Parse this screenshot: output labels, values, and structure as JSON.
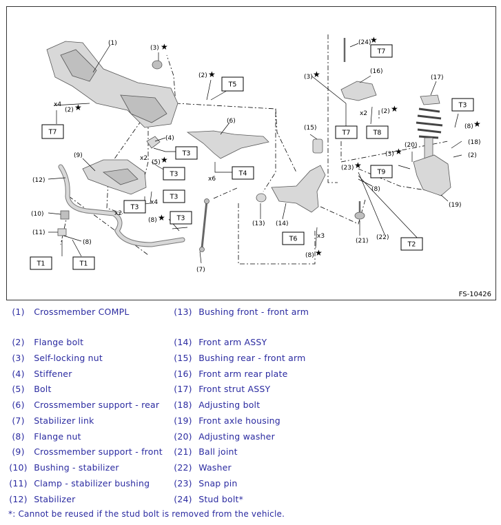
{
  "figure": {
    "code": "FS-10426",
    "star": "★",
    "callouts": {
      "c1": "(1)",
      "c2a": "(2)",
      "c2b": "(2)",
      "c2c": "(2)",
      "c2d": "(2)",
      "c3a": "(3)",
      "c3b": "(3)",
      "c3c": "(3)",
      "c4": "(4)",
      "c5": "(5)",
      "c6": "(6)",
      "c7": "(7)",
      "c8a": "(8)",
      "c8b": "(8)",
      "c8c": "(8)",
      "c8d": "(8)",
      "c8e": "(8)",
      "c9": "(9)",
      "c10": "(10)",
      "c11": "(11)",
      "c12": "(12)",
      "c13": "(13)",
      "c14": "(14)",
      "c15": "(15)",
      "c16": "(16)",
      "c17": "(17)",
      "c18": "(18)",
      "c19": "(19)",
      "c20": "(20)",
      "c21": "(21)",
      "c22": "(22)",
      "c23": "(23)",
      "c24": "(24)"
    },
    "qty": {
      "q1": "x4",
      "q2": "x2",
      "q3": "x6",
      "q4": "x4",
      "q5": "x2",
      "q6": "x2",
      "q7": "x3"
    },
    "torque": {
      "t7a": "T7",
      "t7b": "T7",
      "t7c": "T7",
      "t5": "T5",
      "t3a": "T3",
      "t3b": "T3",
      "t3c": "T3",
      "t3d": "T3",
      "t3e": "T3",
      "t3f": "T3",
      "t4": "T4",
      "t6": "T6",
      "t8": "T8",
      "t9": "T9",
      "t2": "T2",
      "t1a": "T1",
      "t1b": "T1"
    }
  },
  "legend": {
    "left": [
      {
        "num": "(1)",
        "label": "Crossmember COMPL"
      },
      {
        "num": "(2)",
        "label": "Flange bolt"
      },
      {
        "num": "(3)",
        "label": "Self-locking nut"
      },
      {
        "num": "(4)",
        "label": "Stiffener"
      },
      {
        "num": "(5)",
        "label": "Bolt"
      },
      {
        "num": "(6)",
        "label": "Crossmember support - rear"
      },
      {
        "num": "(7)",
        "label": "Stabilizer link"
      },
      {
        "num": "(8)",
        "label": "Flange nut"
      },
      {
        "num": "(9)",
        "label": "Crossmember support - front"
      },
      {
        "num": "(10)",
        "label": "Bushing - stabilizer"
      },
      {
        "num": "(11)",
        "label": "Clamp - stabilizer bushing"
      },
      {
        "num": "(12)",
        "label": "Stabilizer"
      }
    ],
    "right": [
      {
        "num": "(13)",
        "label": "Bushing front - front arm"
      },
      {
        "num": "(14)",
        "label": "Front arm ASSY"
      },
      {
        "num": "(15)",
        "label": "Bushing rear - front arm"
      },
      {
        "num": "(16)",
        "label": "Front arm rear plate"
      },
      {
        "num": "(17)",
        "label": "Front strut ASSY"
      },
      {
        "num": "(18)",
        "label": "Adjusting bolt"
      },
      {
        "num": "(19)",
        "label": "Front axle housing"
      },
      {
        "num": "(20)",
        "label": "Adjusting washer"
      },
      {
        "num": "(21)",
        "label": "Ball joint"
      },
      {
        "num": "(22)",
        "label": "Washer"
      },
      {
        "num": "(23)",
        "label": "Snap pin"
      },
      {
        "num": "(24)",
        "label": "Stud bolt*"
      }
    ],
    "note": "*: Cannot be reused if the stud bolt is removed from the vehicle."
  }
}
